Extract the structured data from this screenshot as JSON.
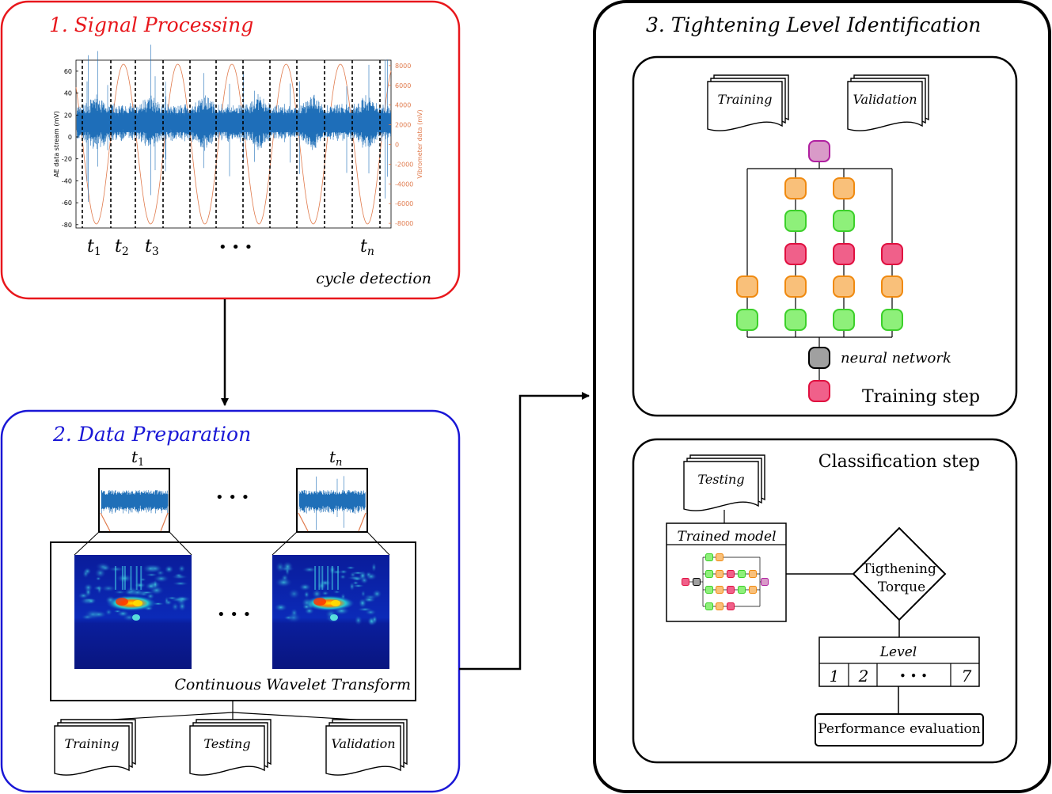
{
  "colors": {
    "signal_red": "#e8171c",
    "prep_blue": "#1a17d6",
    "ae_blue": "#1f6fb8",
    "vib_orange": "#e07a4c",
    "node_purple": "#d99ac8",
    "node_orange": "#f9c07a",
    "node_green": "#8ef07a",
    "node_red": "#f0608a",
    "node_gray": "#a0a0a0"
  },
  "panel1": {
    "title": "1. Signal Processing",
    "caption": "cycle detection",
    "chart": {
      "left_axis_label": "AE data stream (mV)",
      "right_axis_label": "Vibrometer data (mV)",
      "left_ticks": [
        "60",
        "40",
        "20",
        "0",
        "-20",
        "-40",
        "-60",
        "-80"
      ],
      "right_ticks": [
        "8000",
        "6000",
        "4000",
        "2000",
        "0",
        "-2000",
        "-4000",
        "-6000",
        "-8000"
      ]
    },
    "time_labels": {
      "t1": "t",
      "t1_sub": "1",
      "t2": "t",
      "t2_sub": "2",
      "t3": "t",
      "t3_sub": "3",
      "dots": "• • •",
      "tn": "t",
      "tn_sub": "n"
    }
  },
  "panel2": {
    "title": "2. Data Preparation",
    "segment_labels": {
      "first": "t",
      "first_sub": "1",
      "last": "t",
      "last_sub": "n"
    },
    "dots_top": "• • •",
    "dots_mid": "• • •",
    "cwt_label": "Continuous  Wavelet  Transform",
    "docs": [
      "Training",
      "Testing",
      "Validation"
    ]
  },
  "panel3": {
    "title": "3. Tightening Level Identification",
    "training": {
      "docs": [
        "Training",
        "Validation"
      ],
      "nn_label": "neural network",
      "step_label": "Training step"
    },
    "classification": {
      "step_label": "Classification step",
      "doc": "Testing",
      "model_label": "Trained model",
      "decision_line1": "Tigthening",
      "decision_line2": "Torque",
      "level_label": "Level",
      "level_cells": [
        "1",
        "2",
        "• • •",
        "7"
      ],
      "perf_label": "Performance evaluation"
    }
  }
}
